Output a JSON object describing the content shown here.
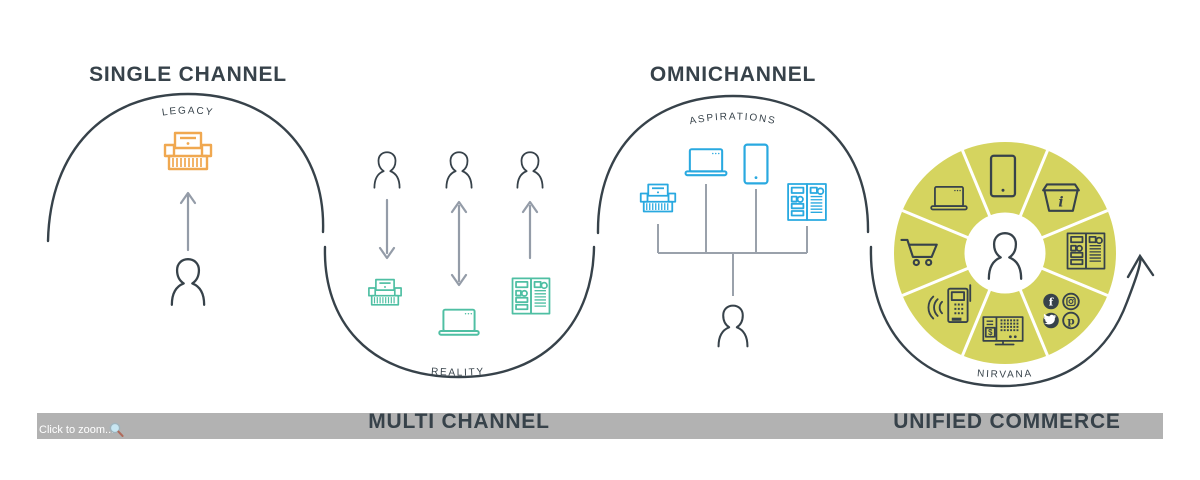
{
  "diagram": {
    "stages": [
      {
        "title": "SINGLE CHANNEL",
        "arc_label": "LEGACY"
      },
      {
        "title": "MULTI CHANNEL",
        "arc_label": "REALITY"
      },
      {
        "title": "OMNICHANNEL",
        "arc_label": "ASPIRATIONS"
      },
      {
        "title": "UNIFIED COMMERCE",
        "arc_label": "NIRVANA"
      }
    ],
    "icon_glyphs": {
      "basket": "i",
      "register_currency": "$",
      "facebook": "f",
      "pinterest": "p"
    },
    "colors": {
      "ink": "#37424A",
      "arrow_gray": "#949CA8",
      "single_channel_accent": "#F0A850",
      "multi_channel_accent": "#4FBFA3",
      "omnichannel_accent": "#29A9E0",
      "wheel_fill": "#D5D45F",
      "footer_bar": "#B2B2B2"
    }
  },
  "footer": {
    "zoom_hint": "Click to zoom..."
  }
}
